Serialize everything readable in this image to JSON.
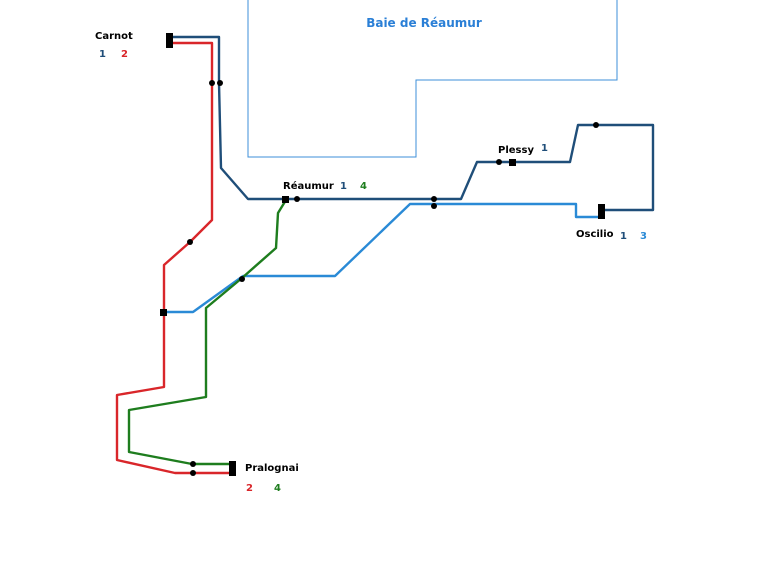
{
  "colors": {
    "line1": "#1f4e79",
    "line2": "#d9262a",
    "line3": "#2a8ad6",
    "line4": "#1e7d1e",
    "water_outline": "#3d8fd8",
    "water_label": "#2a7fd6",
    "station": "#000000"
  },
  "map": {
    "water_label": "Baie de Réaumur",
    "stations": [
      {
        "name": "Carnot",
        "lines": [
          "1",
          "2"
        ],
        "line_ids": [
          "line1",
          "line2"
        ]
      },
      {
        "name": "Réaumur",
        "lines": [
          "1",
          "4"
        ],
        "line_ids": [
          "line1",
          "line4"
        ]
      },
      {
        "name": "Plessy",
        "lines": [
          "1"
        ],
        "line_ids": [
          "line1"
        ]
      },
      {
        "name": "Oscilio",
        "lines": [
          "1",
          "3"
        ],
        "line_ids": [
          "line1",
          "line3"
        ]
      },
      {
        "name": "Pralognai",
        "lines": [
          "2",
          "4"
        ],
        "line_ids": [
          "line2",
          "line4"
        ]
      }
    ]
  }
}
